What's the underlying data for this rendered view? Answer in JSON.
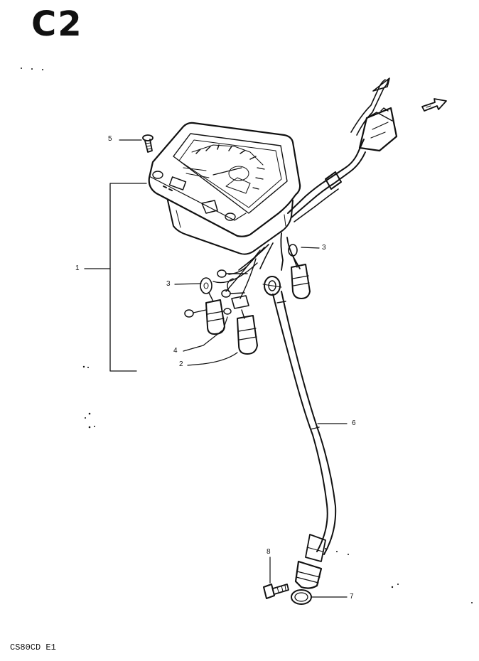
{
  "page": {
    "code": "C2",
    "footer": "CS80CD E1"
  },
  "callouts": {
    "c1": "1",
    "c2": "2",
    "c3a": "3",
    "c3b": "3",
    "c4": "4",
    "c5": "5",
    "c6": "6",
    "c7": "7",
    "c8": "8"
  },
  "icons": {
    "direction": "arrow-right-icon"
  }
}
